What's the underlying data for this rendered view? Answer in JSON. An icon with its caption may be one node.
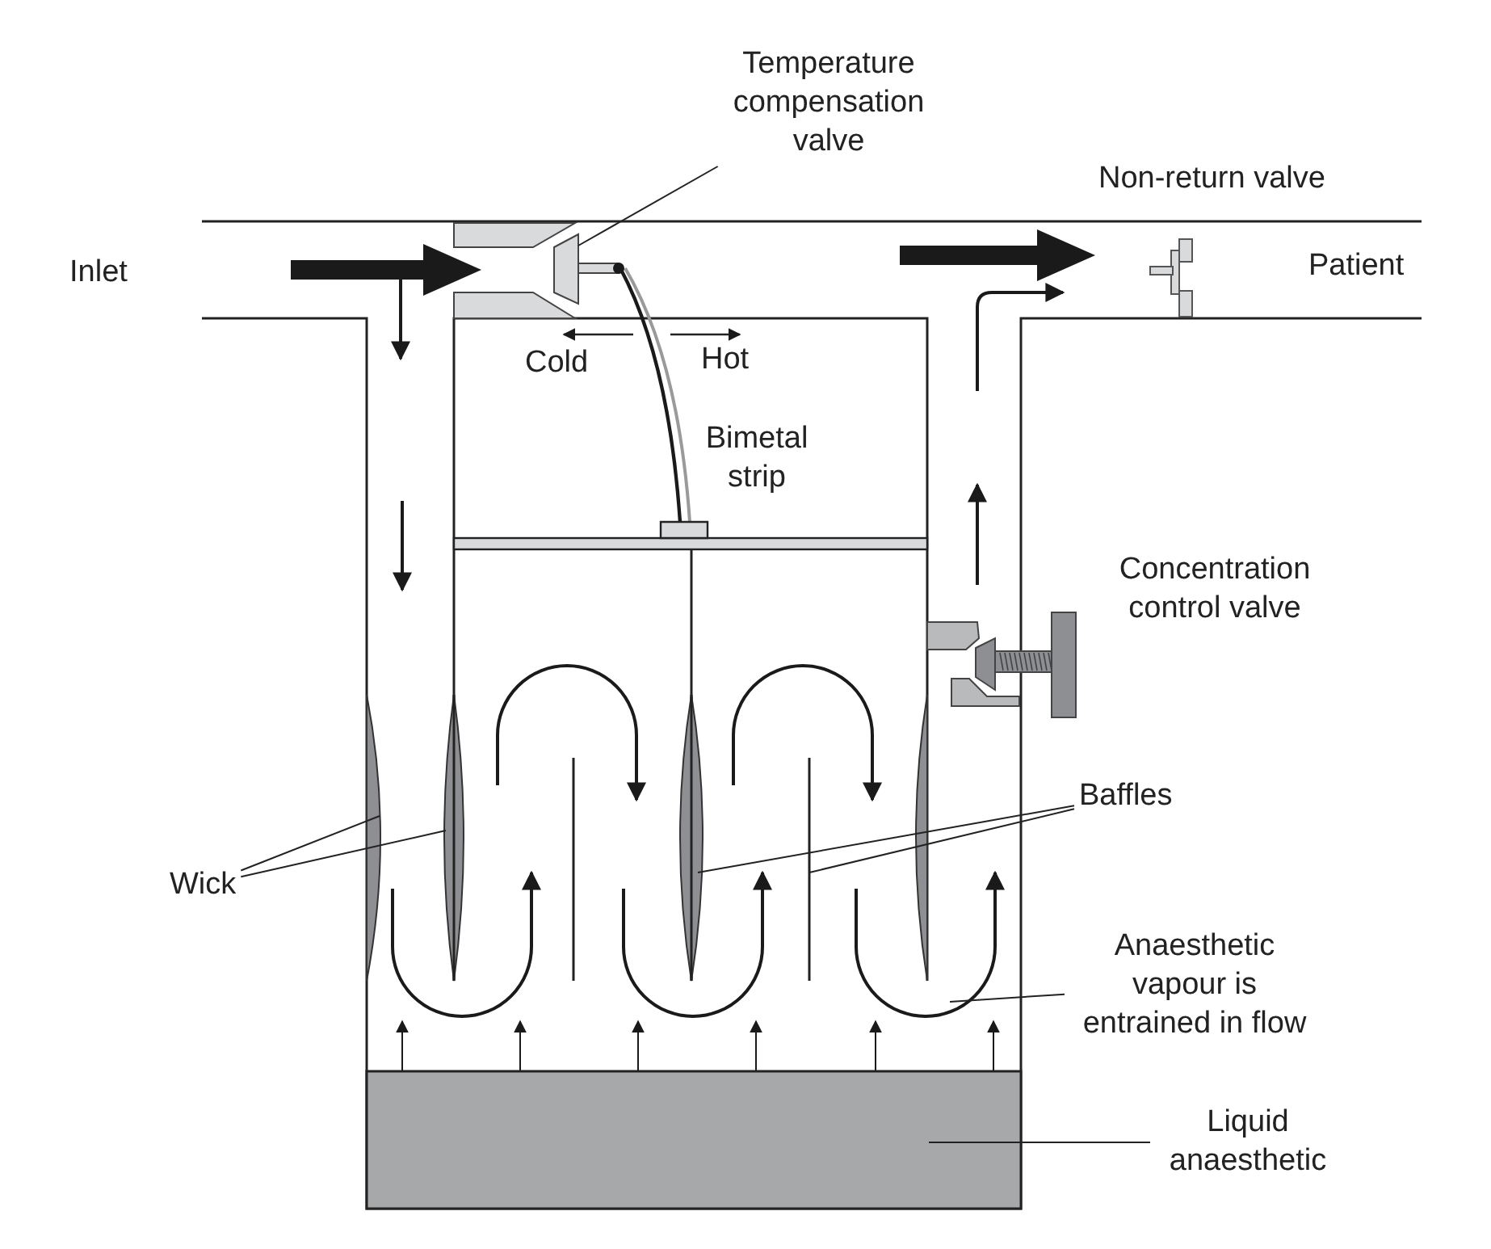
{
  "diagram": {
    "nodes": [
      {
        "text": [
          "Temperature compensation valve"
        ]
      },
      {
        "text": [],
        "shape": "cone"
      },
      {
        "text": [
          "Wick"
        ]
      },
      {
        "text": [],
        "shape": "spindle"
      },
      {
        "text": [],
        "shape": "spindle"
      },
      {
        "text": [
          "Baffles"
        ]
      },
      {
        "text": [],
        "shape": "spindle"
      },
      {
        "text": [],
        "shape": "line"
      },
      {
        "text": [
          "Anaesthetic vapour is entrained in flow"
        ]
      },
      {
        "text": [
          "Liquid anaesthetic"
        ]
      },
      {
        "text": [],
        "shape": "box"
      }
    ],
    "edges": [
      {
        "from": 0,
        "to": 1,
        "arrow": "none"
      },
      {
        "from": 2,
        "to": 3,
        "arrow": "none"
      },
      {
        "from": 2,
        "to": 4,
        "arrow": "none"
      },
      {
        "from": 5,
        "to": 6,
        "arrow": "none"
      },
      {
        "from": 5,
        "to": 7,
        "arrow": "none"
      },
      {
        "from": 8,
        "to": null,
        "arrow": "none"
      },
      {
        "from": 9,
        "to": 10,
        "arrow": "none"
      }
    ],
    "labels": [
      "Inlet",
      "Patient",
      "Non-return valve",
      "Cold",
      "Hot",
      "Bimetal strip",
      "Concentration control valve"
    ]
  }
}
